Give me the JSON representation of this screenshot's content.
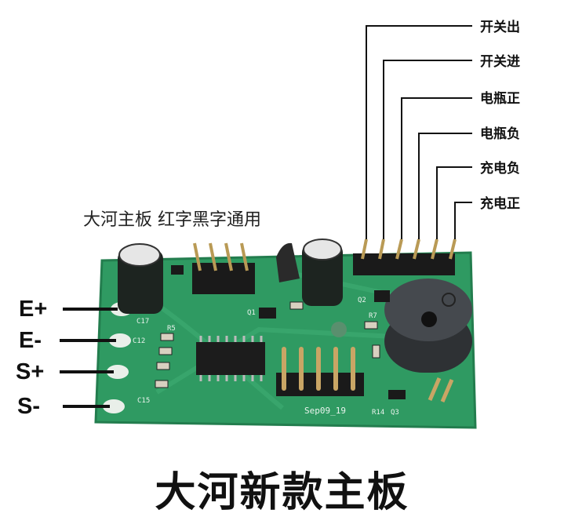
{
  "subtitle": "大河主板 红字黑字通用",
  "title": "大河新款主板",
  "pin_labels": [
    "开关出",
    "开关进",
    "电瓶正",
    "电瓶负",
    "充电负",
    "充电正"
  ],
  "side_labels": [
    "E+",
    "E-",
    "S+",
    "S-"
  ],
  "silkscreen": {
    "c17": "C17",
    "c12": "C12",
    "c15": "C15",
    "r5": "R5",
    "q1": "Q1",
    "q2": "Q2",
    "r7": "R7",
    "r14": "R14",
    "q3": "Q3",
    "date": "Sep09_19"
  },
  "colors": {
    "pcb": "#2f9a62",
    "pcb_dark": "#1f7a4a",
    "lines": "#111111"
  }
}
